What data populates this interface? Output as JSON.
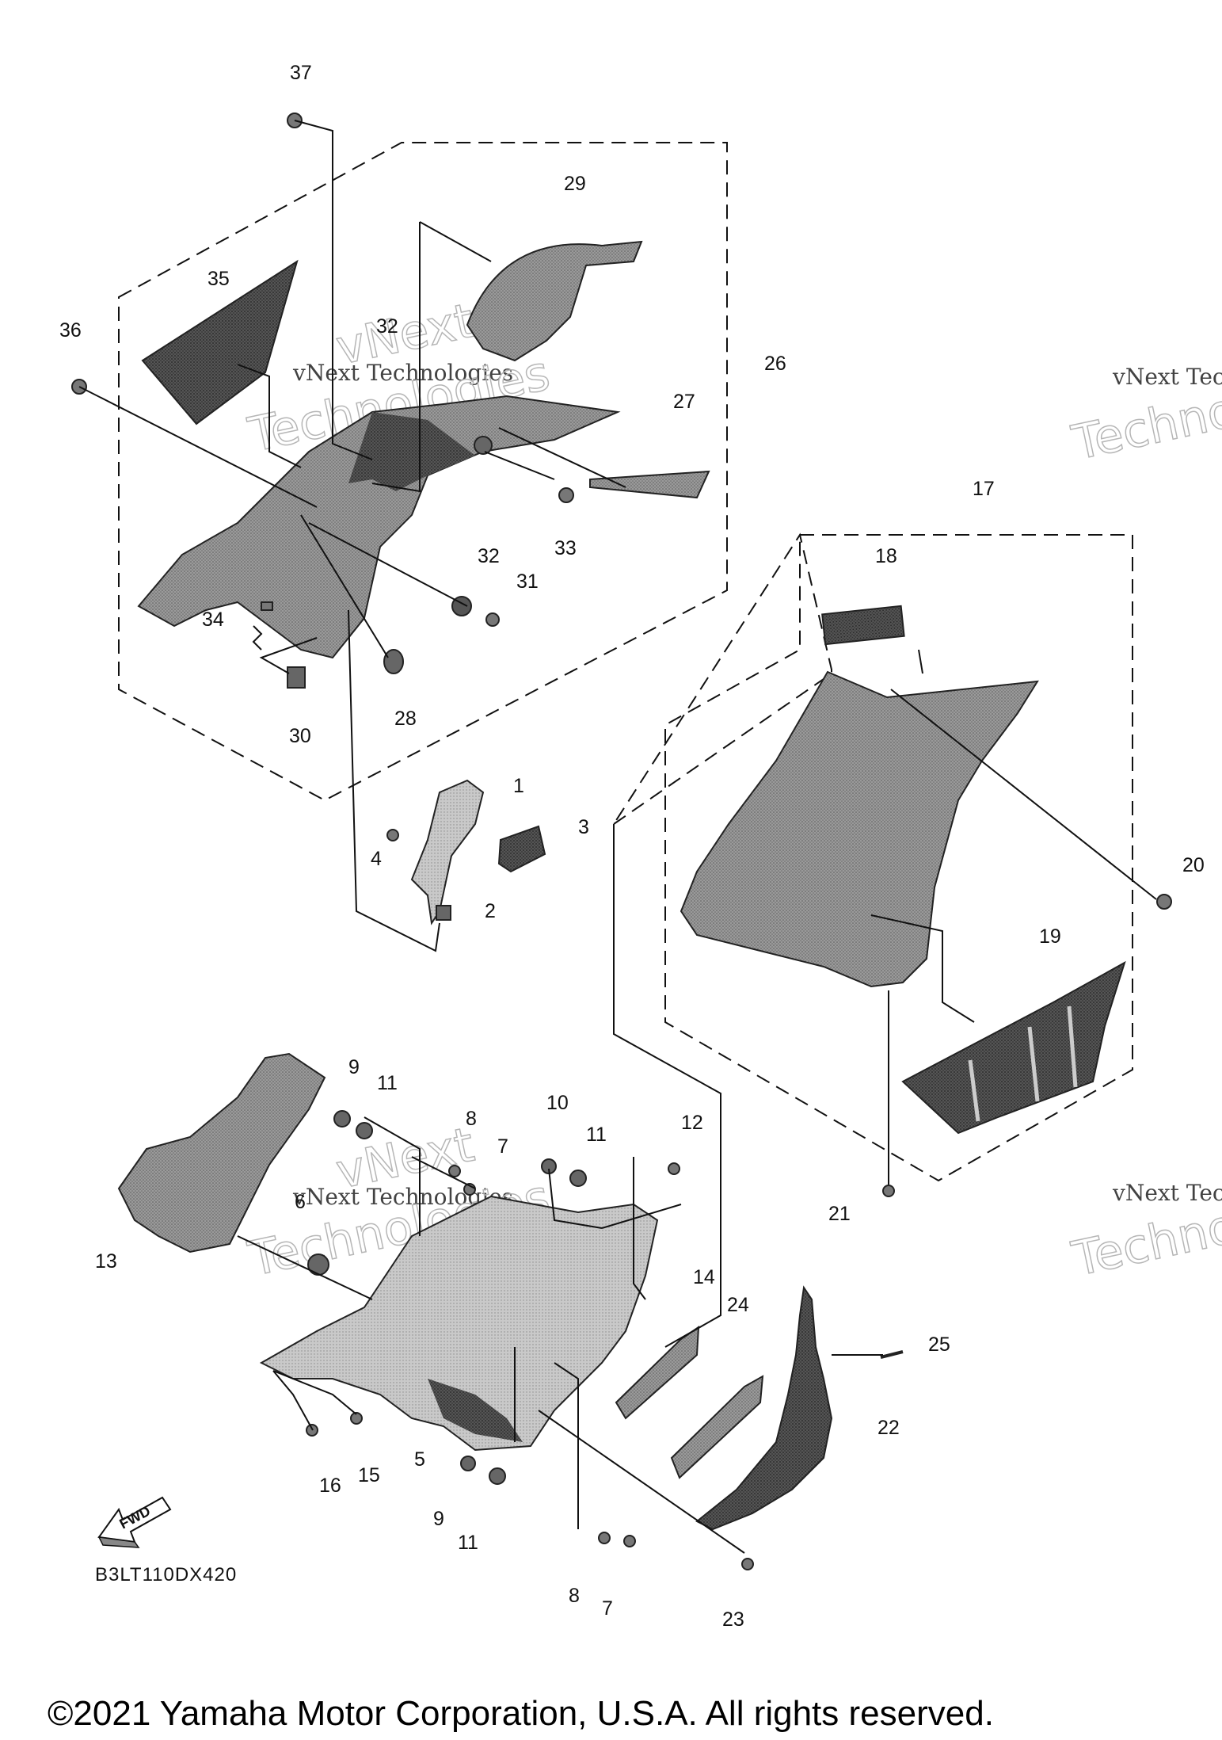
{
  "diagram": {
    "callouts": [
      "1",
      "2",
      "3",
      "4",
      "5",
      "6",
      "7",
      "8",
      "9",
      "10",
      "11",
      "12",
      "13",
      "14",
      "15",
      "16",
      "17",
      "18",
      "19",
      "20",
      "21",
      "22",
      "23",
      "24",
      "25",
      "26",
      "27",
      "28",
      "29",
      "30",
      "31",
      "32",
      "33",
      "34",
      "35",
      "36",
      "37"
    ],
    "callout_9b": "9",
    "callout_11b": "11",
    "callout_11c": "11",
    "callout_7b": "7",
    "callout_8b": "8",
    "callout_32b": "32",
    "diagram_code": "B3LT110DX420",
    "fwd_label": "FWD",
    "watermark": {
      "line1": "vNext Technologies",
      "line2": "Technologies",
      "short1": "vNext Tec",
      "short2": "Techno",
      "top_word": "vNext"
    },
    "copyright": "©2021 Yamaha Motor Corporation, U.S.A. All rights reserved."
  }
}
